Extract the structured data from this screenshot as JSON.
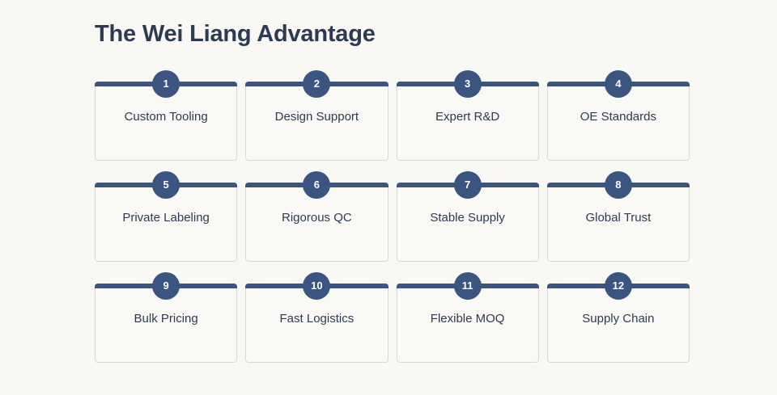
{
  "page": {
    "title": "The Wei Liang Advantage",
    "background_color": "#faf8f5",
    "accent_color": "#3a5580",
    "text_color": "#2c3b53",
    "card_fill_color": "#fbf9f6",
    "card_border_color": "#d6dae0"
  },
  "grid": {
    "columns": 4,
    "rows": 3,
    "cards": [
      {
        "number": "1",
        "label": "Custom Tooling"
      },
      {
        "number": "2",
        "label": "Design Support"
      },
      {
        "number": "3",
        "label": "Expert R&D"
      },
      {
        "number": "4",
        "label": "OE Standards"
      },
      {
        "number": "5",
        "label": "Private Labeling"
      },
      {
        "number": "6",
        "label": "Rigorous QC"
      },
      {
        "number": "7",
        "label": "Stable Supply"
      },
      {
        "number": "8",
        "label": "Global Trust"
      },
      {
        "number": "9",
        "label": "Bulk Pricing"
      },
      {
        "number": "10",
        "label": "Fast Logistics"
      },
      {
        "number": "11",
        "label": "Flexible MOQ"
      },
      {
        "number": "12",
        "label": "Supply Chain"
      }
    ]
  }
}
